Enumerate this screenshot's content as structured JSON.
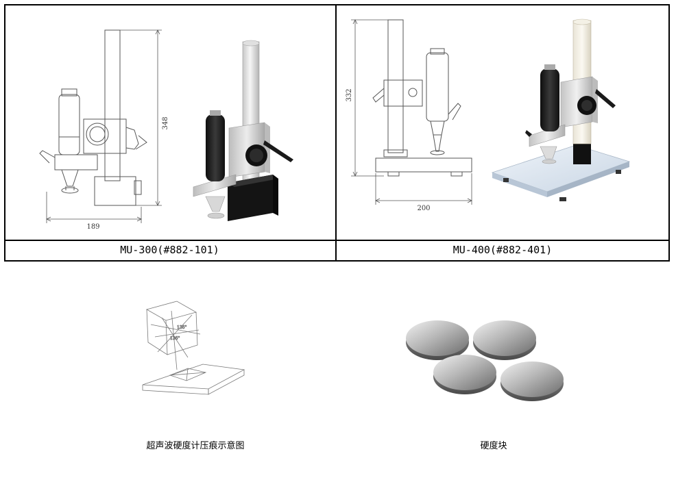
{
  "products": [
    {
      "caption": "MU-300(#882-101)",
      "dimensions": {
        "height": "348",
        "width": "189"
      }
    },
    {
      "caption": "MU-400(#882-401)",
      "dimensions": {
        "height": "332",
        "width": "200"
      }
    }
  ],
  "illustrations": [
    {
      "caption": "超声波硬度计压痕示意图"
    },
    {
      "caption": "硬度块"
    }
  ],
  "colors": {
    "border": "#000000",
    "drawing_line": "#555555",
    "dark_part": "#1e1e1e",
    "base_plate": "#dce6f0"
  }
}
